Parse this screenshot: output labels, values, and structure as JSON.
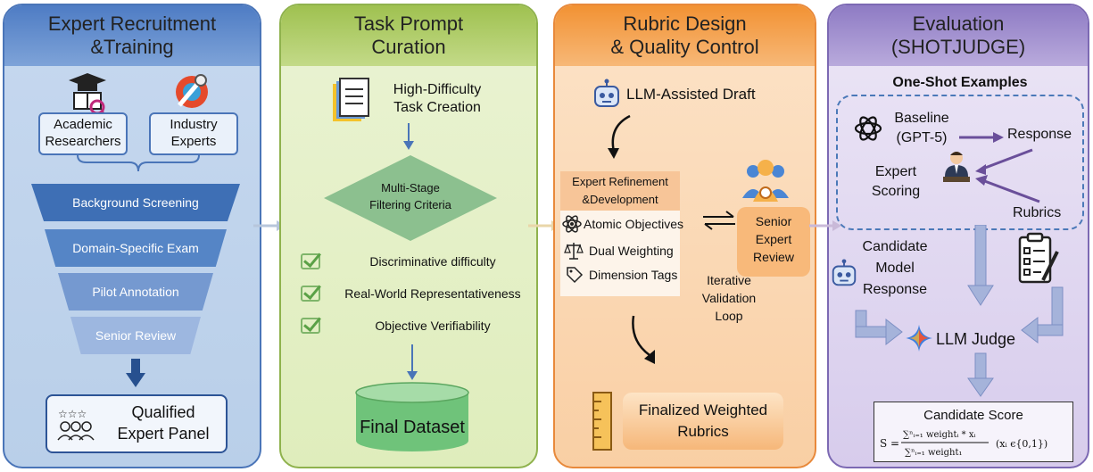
{
  "panels": [
    {
      "title_line1": "Expert Recruitment",
      "title_line2": "&Training",
      "color_header": "#5a86c9",
      "color_body": "#c8d9ef"
    },
    {
      "title_line1": "Task Prompt",
      "title_line2": "Curation",
      "color_header": "#a8c75f",
      "color_body": "#e6f1cc"
    },
    {
      "title_line1": "Rubric Design",
      "title_line2": "& Quality Control",
      "color_header": "#f39a42",
      "color_body": "#fbd6b3"
    },
    {
      "title_line1": "Evaluation",
      "title_line2": "(SHOTJUDGE)",
      "color_header": "#9c88c9",
      "color_body": "#e2daf1"
    }
  ],
  "p1": {
    "academic": [
      "Academic",
      "Researchers"
    ],
    "industry": [
      "Industry",
      "Experts"
    ],
    "funnel": [
      "Background Screening",
      "Domain-Specific Exam",
      "Pilot Annotation",
      "Senior Review"
    ],
    "result": [
      "Qualified",
      "Expert Panel"
    ]
  },
  "p2": {
    "task": [
      "High-Difficulty",
      "Task Creation"
    ],
    "diamond": [
      "Multi-Stage",
      "Filtering Criteria"
    ],
    "criteria": [
      "Discriminative difficulty",
      "Real-World Representativeness",
      "Objective Verifiability"
    ],
    "dataset": "Final Dataset"
  },
  "p3": {
    "draft": "LLM-Assisted Draft",
    "refine": [
      "Expert Refinement",
      "&Development"
    ],
    "items": [
      "Atomic Objectives",
      "Dual Weighting",
      "Dimension Tags"
    ],
    "senior": [
      "Senior",
      "Expert",
      "Review"
    ],
    "loop": [
      "Iterative",
      "Validation",
      "Loop"
    ],
    "final": [
      "Finalized Weighted",
      "Rubrics"
    ]
  },
  "p4": {
    "oneshot": "One-Shot Examples",
    "baseline": [
      "Baseline",
      "(GPT-5)"
    ],
    "response": "Response",
    "scoring": [
      "Expert",
      "Scoring"
    ],
    "rubrics": "Rubrics",
    "candidate": [
      "Candidate",
      "Model",
      "Response"
    ],
    "judge": "LLM Judge",
    "score_title": "Candidate Score",
    "score_formula": "S = Σⁿᵢ₌₁ weightᵢ * xᵢ / Σⁿᵢ₌₁ weight₁  (xᵢ ϵ{0,1})"
  }
}
